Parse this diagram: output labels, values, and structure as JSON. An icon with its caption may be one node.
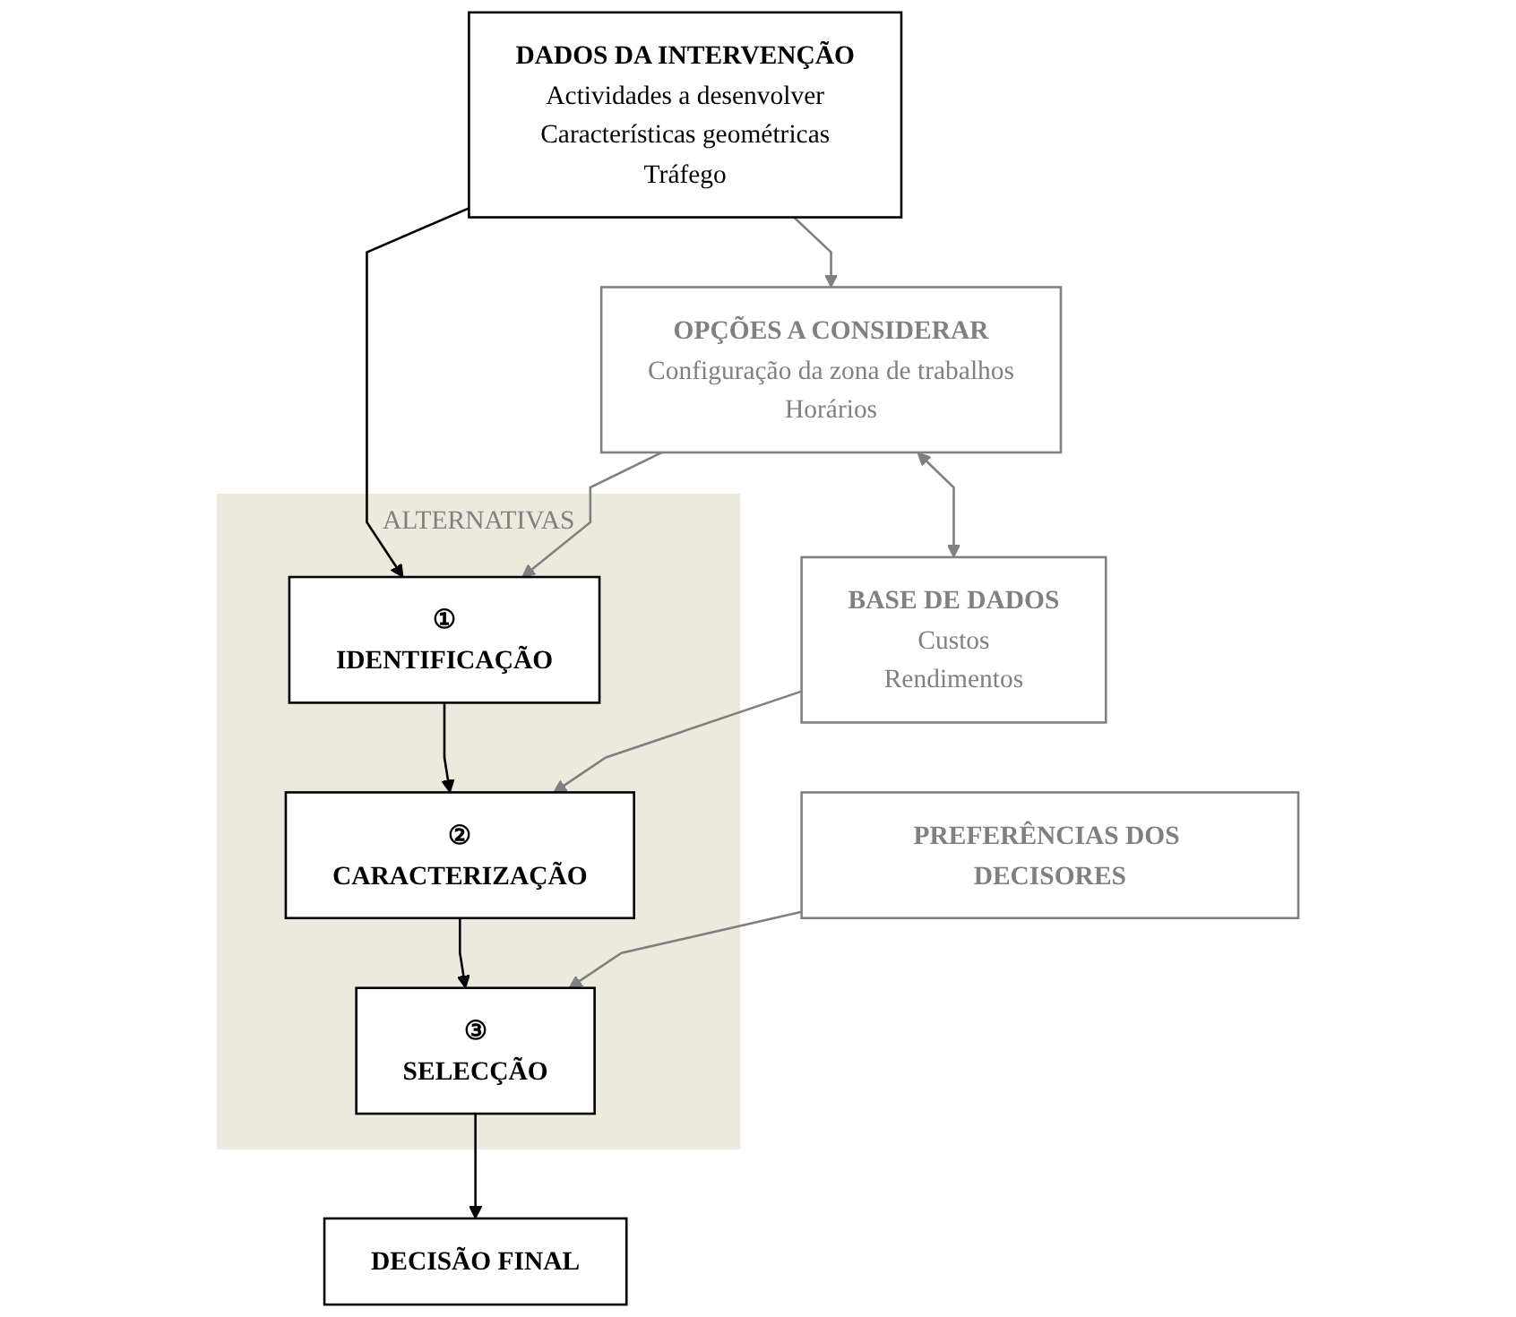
{
  "diagram": {
    "nodes": [
      {
        "text": [
          "DADOS DA INTERVENÇÃO",
          "Actividades a desenvolver",
          "Características geométricas",
          "Tráfego"
        ]
      },
      {
        "text": [
          "ALTERNATIVAS"
        ]
      },
      {
        "text": [
          "①",
          "IDENTIFICAÇÃO"
        ],
        "in": 1
      },
      {
        "text": [
          "②",
          "CARACTERIZAÇÃO"
        ],
        "in": 1
      },
      {
        "text": [
          "③",
          "SELECÇÃO"
        ],
        "in": 1
      },
      {
        "text": [
          "OPÇÕES A CONSIDERAR",
          "Configuração da zona de trabalhos",
          "Horários"
        ]
      },
      {
        "text": [
          "BASE DE DADOS",
          "Custos",
          "Rendimentos"
        ]
      },
      {
        "text": [
          "PREFERÊNCIAS DOS DECISORES"
        ]
      },
      {
        "text": [
          "DECISÃO FINAL"
        ]
      }
    ],
    "edges": [
      {
        "from": 0,
        "to": 2,
        "arrow": "to",
        "color": "#000000"
      },
      {
        "from": 2,
        "to": 3,
        "arrow": "to",
        "color": "#000000"
      },
      {
        "from": 3,
        "to": 4,
        "arrow": "to",
        "color": "#000000"
      },
      {
        "from": 4,
        "to": 8,
        "arrow": "to",
        "color": "#000000"
      },
      {
        "from": 0,
        "to": 5,
        "arrow": "to"
      },
      {
        "from": 5,
        "to": 2,
        "arrow": "to"
      },
      {
        "from": 5,
        "to": 6,
        "arrow": "both"
      },
      {
        "from": 6,
        "to": 3,
        "arrow": "to"
      },
      {
        "from": 7,
        "to": 4,
        "arrow": "to"
      }
    ]
  }
}
